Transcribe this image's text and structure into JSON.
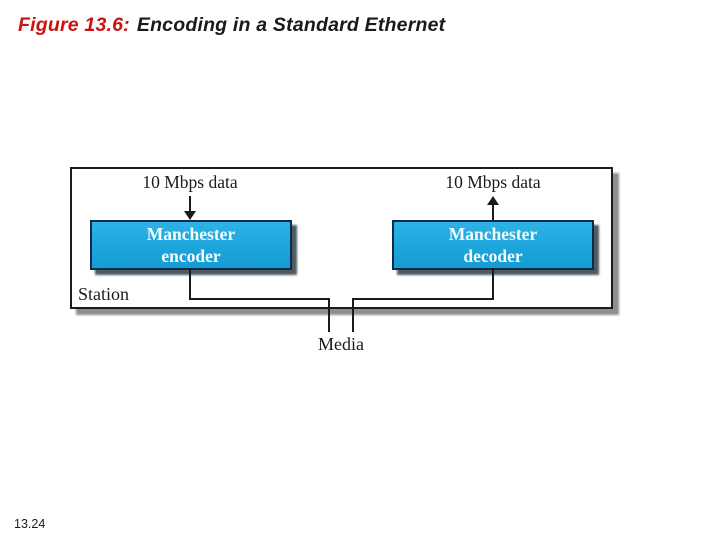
{
  "slide": {
    "title": {
      "label": "Figure 13.6:",
      "text": "Encoding in a Standard Ethernet"
    },
    "diagram": {
      "station_label": "Station",
      "media_label": "Media",
      "encoder": {
        "input_label": "10 Mbps data",
        "line1": "Manchester",
        "line2": "encoder"
      },
      "decoder": {
        "output_label": "10 Mbps data",
        "line1": "Manchester",
        "line2": "decoder"
      }
    },
    "footer": {
      "page_number": "13.24"
    },
    "colors": {
      "accent_red": "#cc1111",
      "process_box_fill": "#1ea5dc"
    }
  }
}
